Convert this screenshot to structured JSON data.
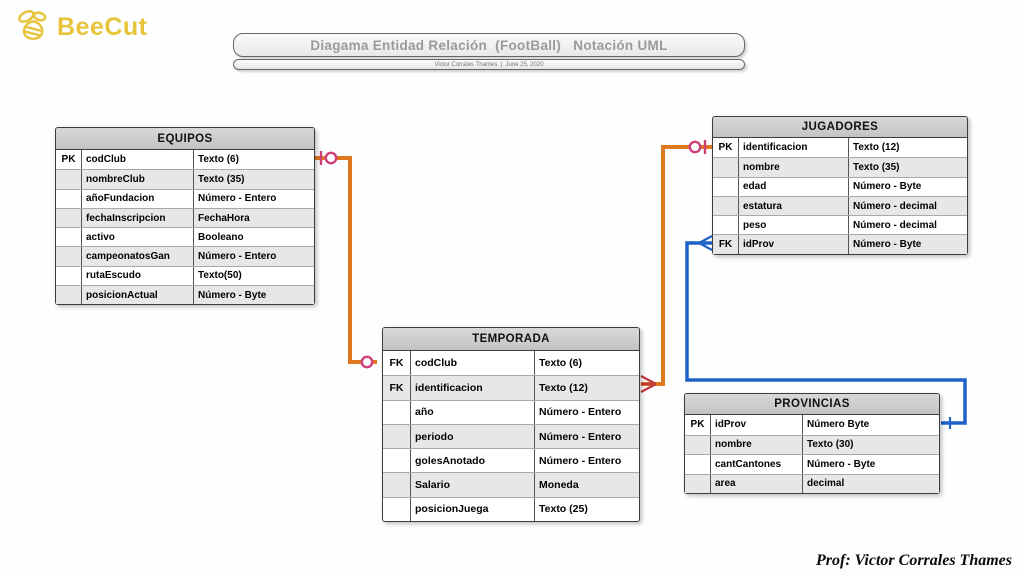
{
  "brand": {
    "name": "BeeCut"
  },
  "banner": {
    "title": "Diagama Entidad Relación  (FootBall)   Notación UML",
    "subtitle": "Victor Corrales Thames  |  June 25, 2020"
  },
  "footer": {
    "credit": "Prof: Victor Corrales Thames"
  },
  "colors": {
    "connector_orange": "#e0791e",
    "connector_blue": "#1e62c8",
    "endpoint_pink": "#cf3f7a",
    "endpoint_red": "#c23b3b",
    "header_fill": "#c9c9c9",
    "row_alt_fill": "#e7e7e7",
    "brand_gold": "#e6c53c",
    "title_text": "#9a9a9a"
  },
  "tables": [
    {
      "name": "EQUIPOS",
      "rows": [
        {
          "k": "PK",
          "f": "codClub",
          "t": "Texto (6)"
        },
        {
          "k": "",
          "f": "nombreClub",
          "t": "Texto (35)"
        },
        {
          "k": "",
          "f": "añoFundacion",
          "t": "Número - Entero"
        },
        {
          "k": "",
          "f": "fechaInscripcion",
          "t": "FechaHora"
        },
        {
          "k": "",
          "f": "activo",
          "t": "Booleano"
        },
        {
          "k": "",
          "f": "campeonatosGan",
          "t": "Número - Entero"
        },
        {
          "k": "",
          "f": "rutaEscudo",
          "t": "Texto(50)"
        },
        {
          "k": "",
          "f": "posicionActual",
          "t": "Número -  Byte"
        }
      ]
    },
    {
      "name": "JUGADORES",
      "rows": [
        {
          "k": "PK",
          "f": "identificacion",
          "t": "Texto (12)"
        },
        {
          "k": "",
          "f": "nombre",
          "t": "Texto (35)"
        },
        {
          "k": "",
          "f": "edad",
          "t": "Número - Byte"
        },
        {
          "k": "",
          "f": "estatura",
          "t": "Número - decimal"
        },
        {
          "k": "",
          "f": "peso",
          "t": "Número - decimal"
        },
        {
          "k": "FK",
          "f": "idProv",
          "t": "Número - Byte"
        }
      ]
    },
    {
      "name": "TEMPORADA",
      "rows": [
        {
          "k": "FK",
          "f": "codClub",
          "t": "Texto (6)"
        },
        {
          "k": "FK",
          "f": "identificacion",
          "t": "Texto (12)"
        },
        {
          "k": "",
          "f": "año",
          "t": "Número - Entero"
        },
        {
          "k": "",
          "f": "periodo",
          "t": "Número - Entero"
        },
        {
          "k": "",
          "f": "golesAnotado",
          "t": "Número - Entero"
        },
        {
          "k": "",
          "f": "Salario",
          "t": "Moneda"
        },
        {
          "k": "",
          "f": "posicionJuega",
          "t": "Texto (25)"
        }
      ]
    },
    {
      "name": "PROVINCIAS",
      "rows": [
        {
          "k": "PK",
          "f": "idProv",
          "t": "Número Byte"
        },
        {
          "k": "",
          "f": "nombre",
          "t": "Texto (30)"
        },
        {
          "k": "",
          "f": "cantCantones",
          "t": "Número -  Byte"
        },
        {
          "k": "",
          "f": "area",
          "t": "decimal"
        }
      ]
    }
  ],
  "connectors": [
    {
      "name": "equipos-temporada",
      "color": "#e0791e",
      "from": "EQUIPOS.codClub",
      "to": "TEMPORADA.codClub"
    },
    {
      "name": "jugadores-temporada",
      "color": "#e0791e",
      "from": "JUGADORES.identificacion",
      "to": "TEMPORADA.identificacion"
    },
    {
      "name": "jugadores-provincias",
      "color": "#1e62c8",
      "from": "JUGADORES.idProv",
      "to": "PROVINCIAS.idProv"
    }
  ]
}
